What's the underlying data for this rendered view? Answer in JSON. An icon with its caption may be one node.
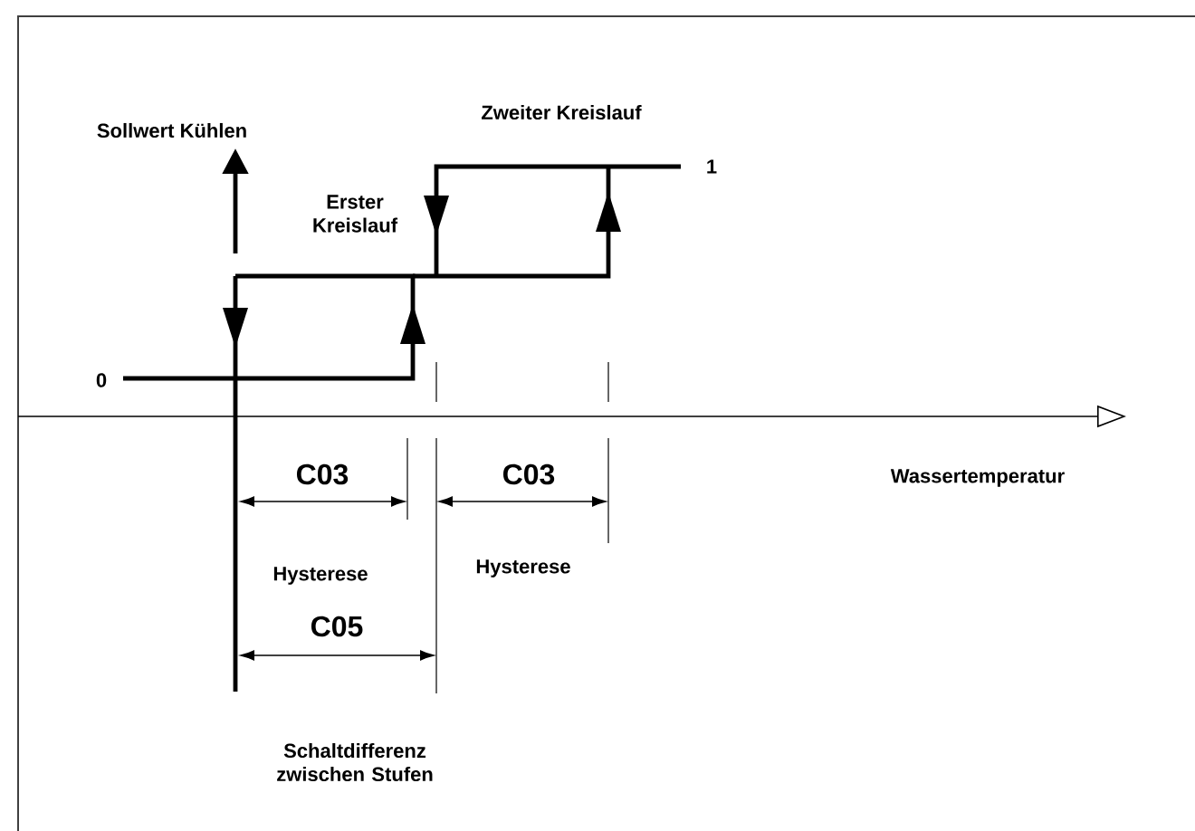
{
  "diagram": {
    "labels": [
      "Sollwert Kühlen",
      "Zweiter Kreislauf",
      "1",
      "Erster Kreislauf",
      "0",
      "C03",
      "C03",
      "Wassertemperatur",
      "Hysterese",
      "Hysterese",
      "C05",
      "Schaltdifferenz zwischen Stufen"
    ]
  }
}
